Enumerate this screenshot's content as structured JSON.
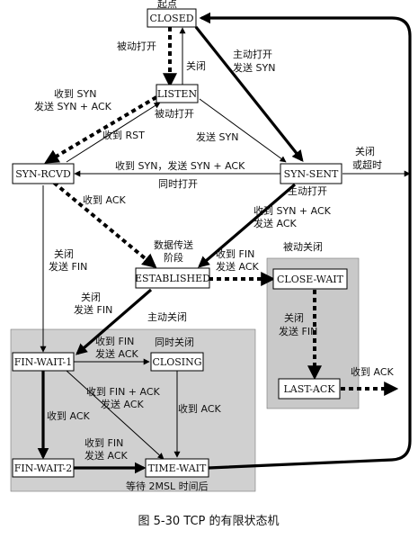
{
  "title": "起点",
  "caption": "图 5-30   TCP 的有限状态机",
  "regions": {
    "active_close": "主动关闭",
    "passive_close": "被动关闭"
  },
  "states": {
    "closed": "CLOSED",
    "listen": "LISTEN",
    "syn_rcvd": "SYN-RCVD",
    "syn_sent": "SYN-SENT",
    "established": "ESTABLISHED",
    "close_wait": "CLOSE-WAIT",
    "last_ack": "LAST-ACK",
    "fin_wait_1": "FIN-WAIT-1",
    "closing": "CLOSING",
    "fin_wait_2": "FIN-WAIT-2",
    "time_wait": "TIME-WAIT"
  },
  "labels": {
    "passive_open_1": "被动打开",
    "close_1": "关闭",
    "active_open_1": "主动打开",
    "send_syn_1": "发送 SYN",
    "recv_syn": "收到 SYN",
    "send_syn_ack": "发送 SYN + ACK",
    "passive_open_2": "被动打开",
    "recv_rst": "收到 RST",
    "send_syn_2": "发送 SYN",
    "close_2": "关闭",
    "or_timeout": "或超时",
    "recv_syn_send_syn_ack": "收到 SYN，发送 SYN + ACK",
    "simultaneous_open": "同时打开",
    "active_open_2": "主动打开",
    "recv_ack_1": "收到 ACK",
    "recv_syn_ack": "收到 SYN + ACK",
    "send_ack_1": "发送 ACK",
    "data_transfer_1": "数据传送",
    "data_transfer_2": "阶段",
    "recv_fin_1": "收到 FIN",
    "send_ack_2": "发送 ACK",
    "close_3": "关闭",
    "send_fin_1": "发送 FIN",
    "close_4": "关闭",
    "send_fin_2": "发送 FIN",
    "close_5": "关闭",
    "send_fin_3": "发送 FIN",
    "recv_ack_2": "收到 ACK",
    "recv_fin_2": "收到 FIN",
    "send_ack_3": "发送 ACK",
    "simultaneous_close": "同时关闭",
    "recv_fin_ack": "收到 FIN + ACK",
    "send_ack_4": "发送 ACK",
    "recv_ack_3": "收到 ACK",
    "recv_ack_4": "收到 ACK",
    "recv_fin_3": "收到 FIN",
    "send_ack_5": "发送 ACK",
    "wait_2msl": "等待 2MSL 时间后"
  }
}
